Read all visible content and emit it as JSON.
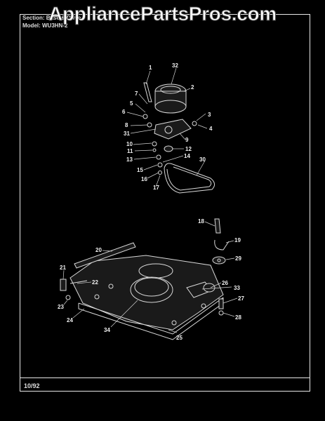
{
  "watermark": "AppliancePartsPros.com",
  "header": {
    "line1": "Section: Base & Drive",
    "line2": "Model: WU3HN-2"
  },
  "footer": {
    "date": "10/92"
  },
  "callouts": [
    "1",
    "2",
    "3",
    "4",
    "5",
    "6",
    "7",
    "8",
    "9",
    "10",
    "11",
    "12",
    "13",
    "14",
    "15",
    "16",
    "17",
    "18",
    "19",
    "20",
    "21",
    "22",
    "23",
    "24",
    "25",
    "26",
    "27",
    "28",
    "29",
    "30",
    "31",
    "32",
    "33",
    "34"
  ]
}
